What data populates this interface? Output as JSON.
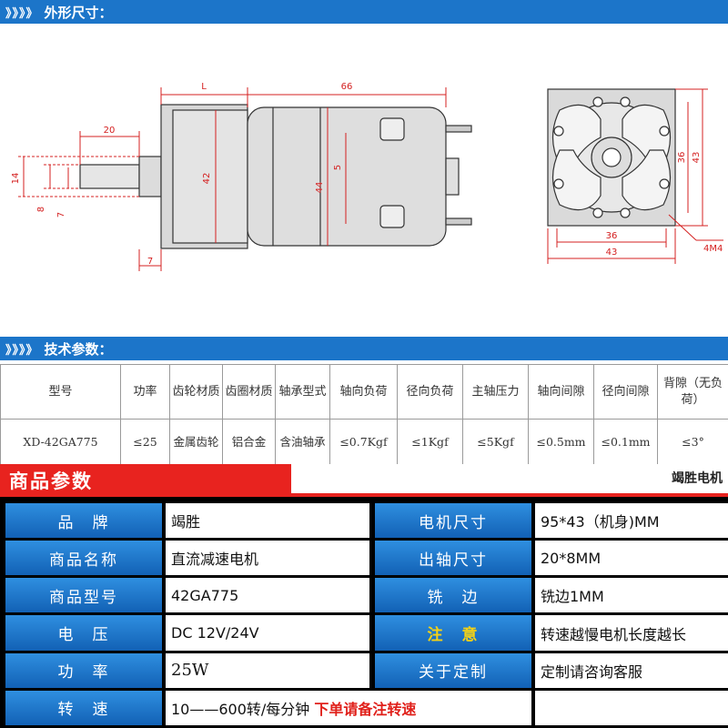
{
  "sections": {
    "dimensions_title": "外形尺寸：",
    "tech_title": "技术参数：",
    "chevrons": "》》》》"
  },
  "drawing": {
    "labels": {
      "L": "L",
      "d66": "66",
      "d20": "20",
      "d14": "14",
      "d8": "8",
      "d7a": "7",
      "d42": "42",
      "d44": "44",
      "d5": "5",
      "d7b": "7",
      "d36h": "36",
      "d43h": "43",
      "d36v": "36",
      "d43v": "43",
      "m4": "4M4"
    }
  },
  "spec_table": {
    "headers": [
      "型号",
      "功率",
      "齿轮材质",
      "齿圈材质",
      "轴承型式",
      "轴向负荷",
      "径向负荷",
      "主轴压力",
      "轴向间隙",
      "径向间隙",
      "背隙（无负荷）"
    ],
    "values": [
      "XD-42GA775",
      "≤25",
      "金属齿轮",
      "铝合金",
      "含油轴承",
      "≤0.7Kgf",
      "≤1Kgf",
      "≤5Kgf",
      "≤0.5mm",
      "≤0.1mm",
      "≤3°"
    ]
  },
  "product": {
    "title": "商品参数",
    "brand_tag": "竭胜电机",
    "rows": [
      {
        "l1": "品　牌",
        "v1": "竭胜",
        "l2": "电机尺寸",
        "v2": "95*43（机身)MM"
      },
      {
        "l1": "商品名称",
        "v1": "直流减速电机",
        "l2": "出轴尺寸",
        "v2": "20*8MM"
      },
      {
        "l1": "商品型号",
        "v1": "42GA775",
        "l2": "铣　边",
        "v2": "铣边1MM"
      },
      {
        "l1": "电　压",
        "v1": "DC 12V/24V",
        "l2": "注　意",
        "v2": "转速越慢电机长度越长"
      },
      {
        "l1": "功　率",
        "v1": "25W",
        "l2": "关于定制",
        "v2": "定制请咨询客服"
      },
      {
        "l1": "转　速",
        "v1": "10——600转/每分钟",
        "v1b": "下单请备注转速",
        "l2": "",
        "v2": ""
      }
    ]
  },
  "colors": {
    "band_blue": "#1c75c9",
    "title_red": "#e8231f",
    "dim_red": "#d42020",
    "warn_yellow": "#f6d214"
  }
}
